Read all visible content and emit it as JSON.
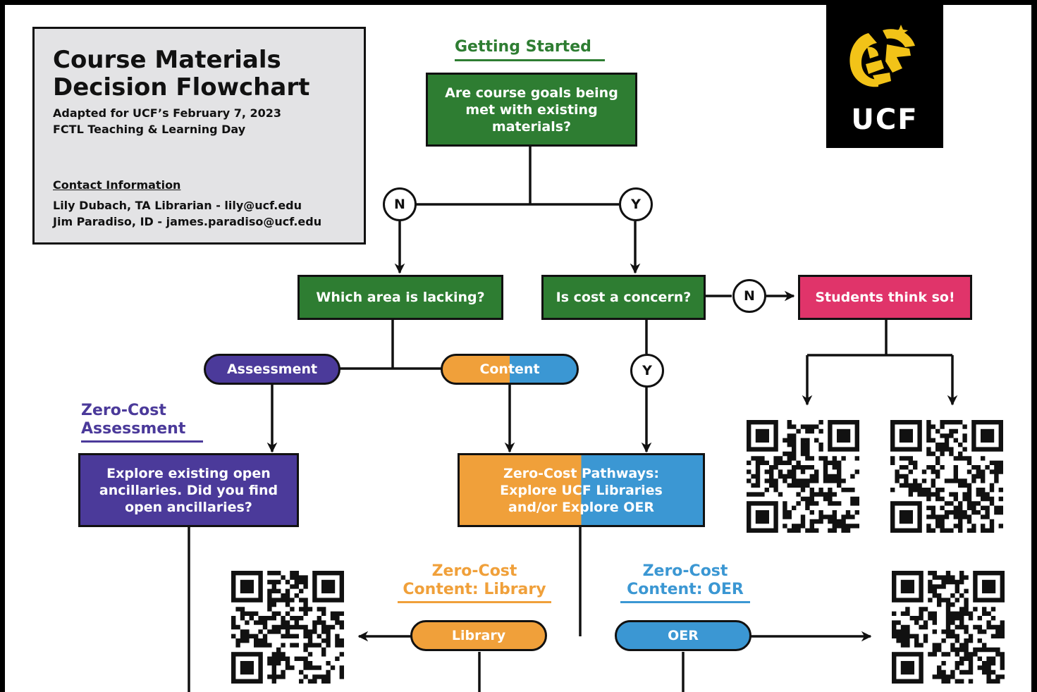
{
  "info": {
    "title_line1": "Course Materials",
    "title_line2": "Decision Flowchart",
    "subtitle_line1": "Adapted for UCF’s February 7, 2023",
    "subtitle_line2": "FCTL Teaching & Learning Day",
    "contact_heading": "Contact Information",
    "contact_line1": "Lily Dubach, TA Librarian - lily@ucf.edu",
    "contact_line2": "Jim Paradiso, ID - james.paradiso@ucf.edu"
  },
  "logo": {
    "text": "UCF",
    "color": "#F2C318"
  },
  "colors": {
    "green": "#2E7D32",
    "purple": "#4B3A9A",
    "orange": "#F0A03A",
    "blue": "#3B97D3",
    "pink": "#E0346A"
  },
  "headings": {
    "getting_started": "Getting Started",
    "zero_cost_assessment_1": "Zero-Cost",
    "zero_cost_assessment_2": "Assessment",
    "zero_cost_library_1": "Zero-Cost",
    "zero_cost_library_2": "Content: Library",
    "zero_cost_oer_1": "Zero-Cost",
    "zero_cost_oer_2": "Content: OER"
  },
  "nodes": {
    "goals_1": "Are course goals being",
    "goals_2": "met with existing",
    "goals_3": "materials?",
    "lacking": "Which area is lacking?",
    "cost": "Is cost a concern?",
    "students": "Students think so!",
    "explore_1": "Explore existing open",
    "explore_2": "ancillaries. Did you find",
    "explore_3": "open ancillaries?",
    "pathways_1": "Zero-Cost Pathways:",
    "pathways_2": "Explore UCF Libraries",
    "pathways_3": "and/or Explore OER"
  },
  "pills": {
    "assessment": "Assessment",
    "content": "Content",
    "library": "Library",
    "oer": "OER"
  },
  "decisions": {
    "no": "N",
    "yes": "Y"
  },
  "qr_codes": [
    "qr-code",
    "qr-code",
    "qr-code",
    "qr-code"
  ]
}
